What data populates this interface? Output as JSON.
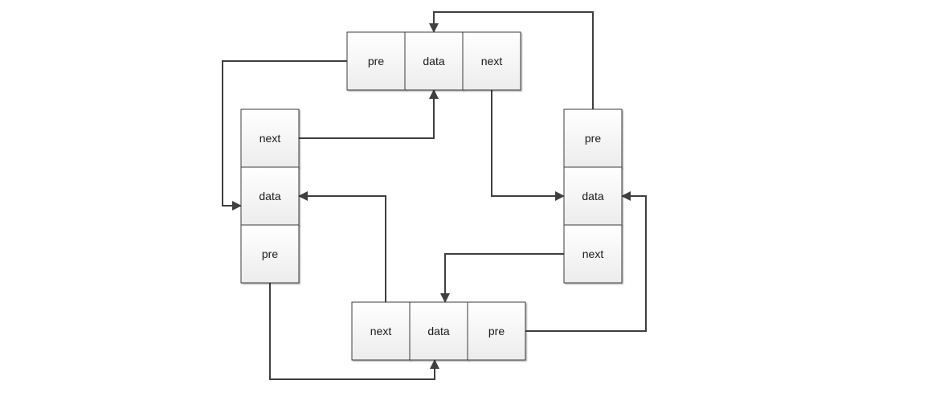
{
  "colors": {
    "line": "#3f3f3f",
    "cell_border": "#3a3a3a",
    "cell_fill_top": "#ffffff",
    "cell_fill_bottom": "#ececec",
    "text": "#1a1a1a"
  },
  "nodes": [
    {
      "id": "node-top",
      "orientation": "horizontal",
      "fields": [
        "pre",
        "data",
        "next"
      ]
    },
    {
      "id": "node-left",
      "orientation": "vertical",
      "fields": [
        "next",
        "data",
        "pre"
      ]
    },
    {
      "id": "node-right",
      "orientation": "vertical",
      "fields": [
        "pre",
        "data",
        "next"
      ]
    },
    {
      "id": "node-bottom",
      "orientation": "horizontal",
      "fields": [
        "next",
        "data",
        "pre"
      ]
    }
  ],
  "links": [
    {
      "id": "top-pre-to-left-data",
      "from": "node-top.pre",
      "to": "node-left.data"
    },
    {
      "id": "left-next-to-top-data",
      "from": "node-left.next",
      "to": "node-top.data"
    },
    {
      "id": "top-next-to-right-data",
      "from": "node-top.next",
      "to": "node-right.data"
    },
    {
      "id": "right-pre-to-top-data",
      "from": "node-right.pre",
      "to": "node-top.data"
    },
    {
      "id": "right-next-to-bottom-data",
      "from": "node-right.next",
      "to": "node-bottom.data"
    },
    {
      "id": "bottom-pre-to-right-data",
      "from": "node-bottom.pre",
      "to": "node-right.data"
    },
    {
      "id": "bottom-next-to-left-data",
      "from": "node-bottom.next",
      "to": "node-left.data"
    },
    {
      "id": "left-pre-to-bottom-data",
      "from": "node-left.pre",
      "to": "node-bottom.data"
    }
  ]
}
